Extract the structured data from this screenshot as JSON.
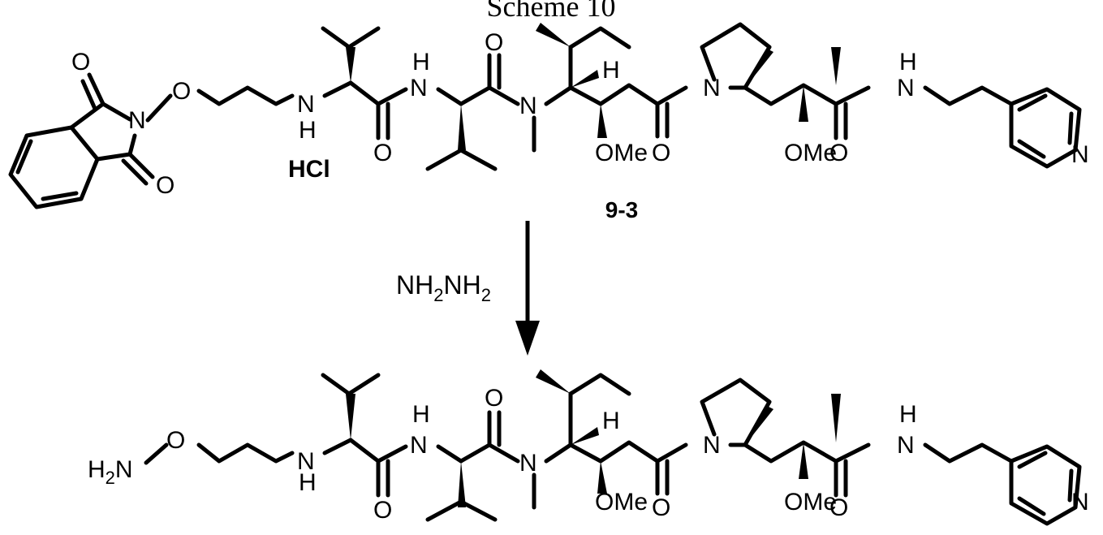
{
  "title": "Scheme 10",
  "reagent": {
    "base": "NH",
    "sub": "2"
  },
  "compound_label": "9-3",
  "atoms": {
    "O": "O",
    "N": "N",
    "H": "H",
    "NH": "NH",
    "OMe": "OMe",
    "HCl": "HCl",
    "H2N_base": "H",
    "H2N_sub": "2",
    "H2N_tail": "N"
  }
}
